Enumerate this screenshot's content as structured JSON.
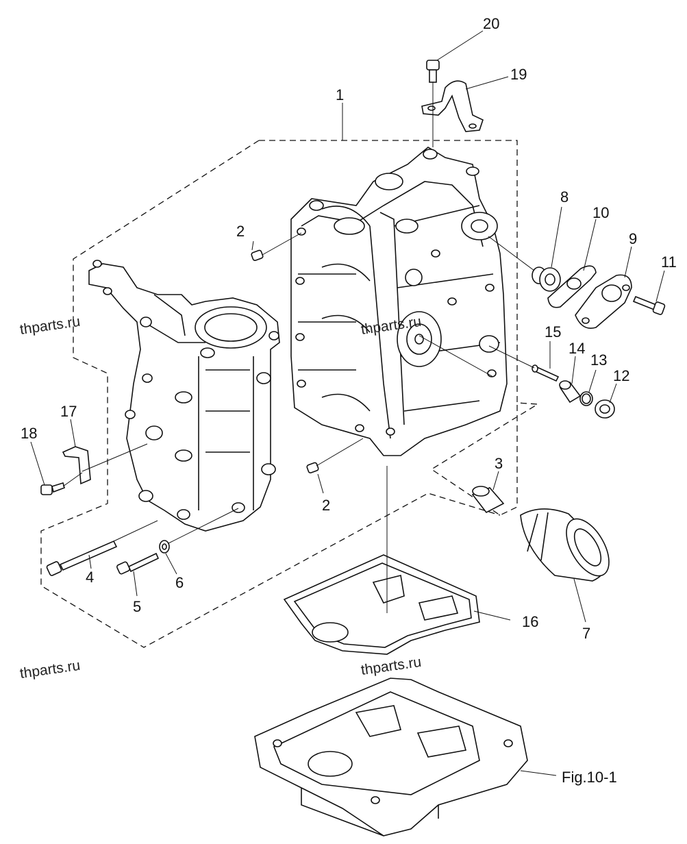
{
  "watermarks": [
    "thparts.ru",
    "thparts.ru",
    "thparts.ru",
    "thparts.ru"
  ],
  "labels": {
    "p1": "1",
    "p2a": "2",
    "p2b": "2",
    "p3": "3",
    "p4": "4",
    "p5": "5",
    "p6": "6",
    "p7": "7",
    "p8": "8",
    "p9": "9",
    "p10": "10",
    "p11": "11",
    "p12": "12",
    "p13": "13",
    "p14": "14",
    "p15": "15",
    "p16": "16",
    "p17": "17",
    "p18": "18",
    "p19": "19",
    "p20": "20"
  },
  "figure_ref": "Fig.10-1"
}
